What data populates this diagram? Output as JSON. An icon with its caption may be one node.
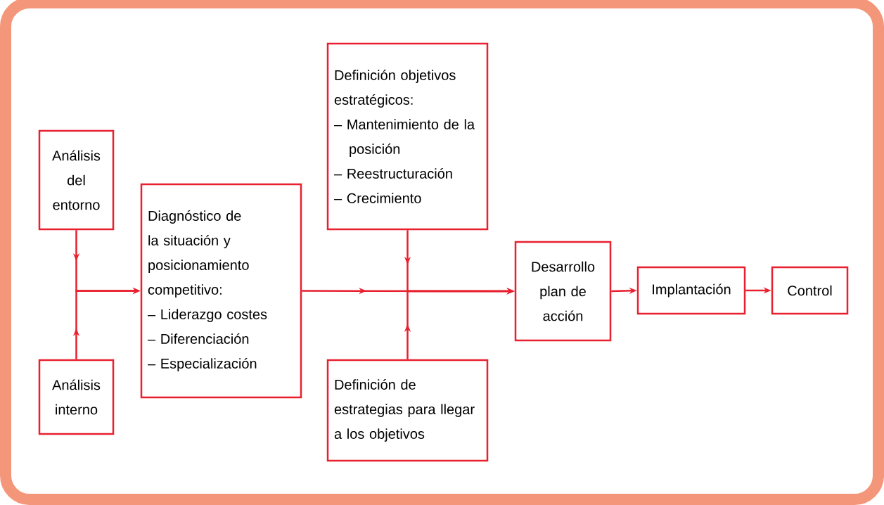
{
  "diagram": {
    "nodes": [
      {
        "text": [
          "Análisis del entorno"
        ]
      },
      {
        "text": [
          "Análisis interno"
        ]
      },
      {
        "text": [
          "Diagnóstico de la situación y posicionamiento competitivo:",
          "– Liderazgo costes",
          "– Diferenciación",
          "– Especialización"
        ]
      },
      {
        "text": [
          "Definición objetivos estratégicos:",
          "– Mantenimiento de la posición",
          "– Reestructuración",
          "– Crecimiento"
        ]
      },
      {
        "text": [
          "Definición de estrategias para llegar a los objetivos"
        ]
      },
      {
        "text": [
          "Desarrollo plan de acción"
        ]
      },
      {
        "text": [
          "Implantación"
        ]
      },
      {
        "text": [
          "Control"
        ]
      }
    ],
    "edges": [
      {
        "from": 0,
        "to": 2,
        "arrow": "to"
      },
      {
        "from": 1,
        "to": 2,
        "arrow": "to"
      },
      {
        "from": 2,
        "to": 5,
        "arrow": "to"
      },
      {
        "from": 3,
        "to": 5,
        "arrow": "to"
      },
      {
        "from": 4,
        "to": 5,
        "arrow": "to"
      },
      {
        "from": 5,
        "to": 6,
        "arrow": "to"
      },
      {
        "from": 6,
        "to": 7,
        "arrow": "to"
      }
    ]
  }
}
